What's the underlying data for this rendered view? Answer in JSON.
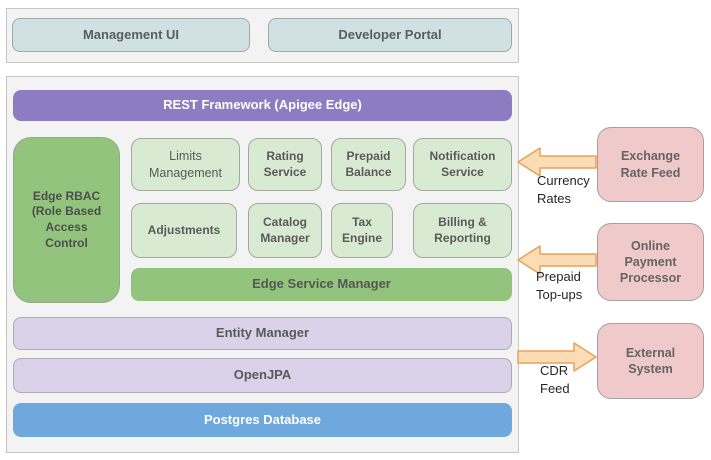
{
  "colors": {
    "panel_background": "#f3f3f3",
    "teal_box": "#d0e0e3",
    "purple_bar": "#8e7cc3",
    "green": "#93c47d",
    "light_green": "#d9ead3",
    "lavender": "#d9d2e9",
    "blue": "#6fa8dc",
    "pink": "#f0c9ca",
    "arrow_fill": "#fcdcb4",
    "arrow_stroke": "#e8a159"
  },
  "top_panel": {
    "management_ui": "Management UI",
    "developer_portal": "Developer Portal"
  },
  "main_panel": {
    "rest_framework": "REST Framework (Apigee Edge)",
    "edge_rbac": "Edge RBAC\n(Role Based\nAccess\nControl",
    "services": {
      "row1": [
        "Limits\nManagement",
        "Rating\nService",
        "Prepaid\nBalance",
        "Notification\nService"
      ],
      "row2": [
        "Adjustments",
        "Catalog\nManager",
        "Tax\nEngine",
        "Billing &\nReporting"
      ]
    },
    "edge_service_manager": "Edge Service Manager",
    "entity_manager": "Entity Manager",
    "openjpa": "OpenJPA",
    "postgres_database": "Postgres Database"
  },
  "external_systems": {
    "exchange_rate_feed": "Exchange\nRate Feed",
    "online_payment_processor": "Online\nPayment\nProcessor",
    "external_system": "External\nSystem"
  },
  "flows": {
    "currency_rates": "Currency\nRates",
    "prepaid_topups": "Prepaid\nTop-ups",
    "cdr_feed": "CDR\nFeed"
  }
}
